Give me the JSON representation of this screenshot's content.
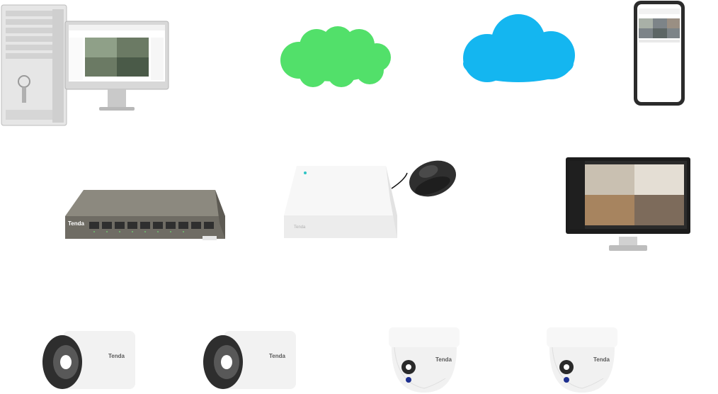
{
  "devices": {
    "pc": {
      "name": "desktop-pc"
    },
    "cloud_green": {
      "name": "cloud-green"
    },
    "cloud_blue": {
      "name": "cloud-blue"
    },
    "phone": {
      "name": "smartphone"
    },
    "switch": {
      "name": "poe-switch",
      "brand": "Tenda"
    },
    "nvr": {
      "name": "nvr",
      "brand": "Tenda"
    },
    "mouse": {
      "name": "mouse"
    },
    "monitor": {
      "name": "monitor"
    },
    "cam_bullet_1": {
      "name": "bullet-camera",
      "brand": "Tenda"
    },
    "cam_bullet_2": {
      "name": "bullet-camera",
      "brand": "Tenda"
    },
    "cam_dome_1": {
      "name": "dome-camera",
      "brand": "Tenda"
    },
    "cam_dome_2": {
      "name": "dome-camera",
      "brand": "Tenda"
    }
  },
  "colors": {
    "cloud_green": "#52e06a",
    "cloud_blue": "#14b6f0",
    "device_dark": "#3a3a3a",
    "switch_body": "#7e7b73",
    "white_plastic": "#f4f4f4"
  }
}
